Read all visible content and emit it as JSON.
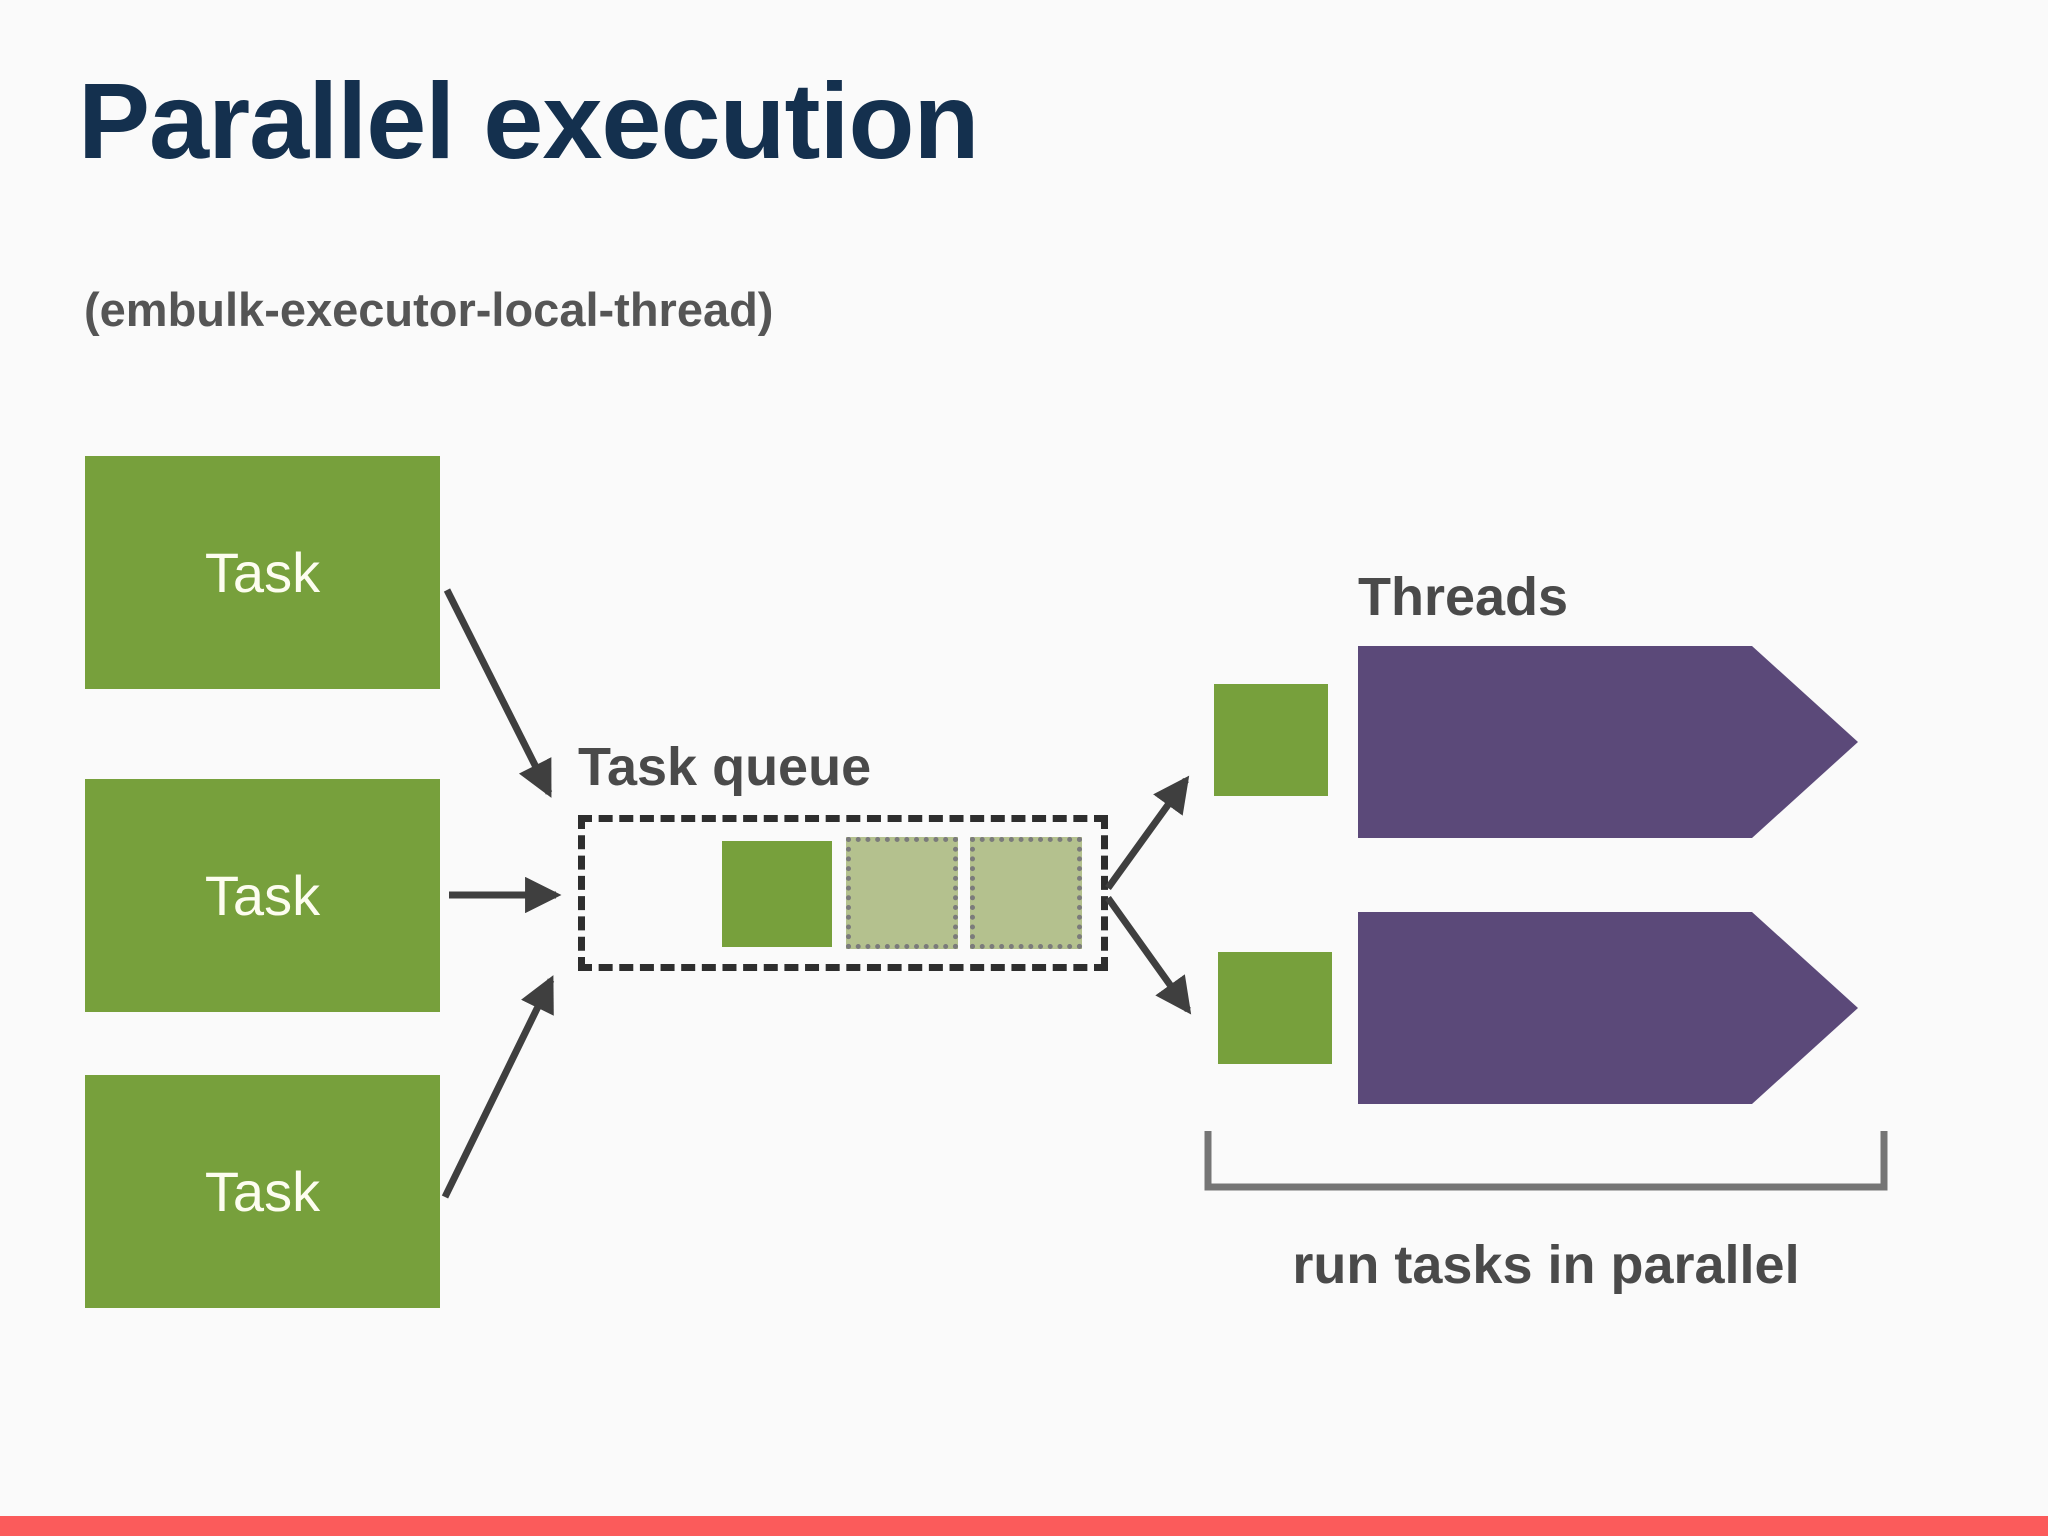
{
  "slide": {
    "title": "Parallel execution",
    "subtitle": "(embulk-executor-local-thread)",
    "colors": {
      "background": "#fafafa",
      "green": "#77a03c",
      "green_faded": "#b4c18e",
      "purple": "#5b4979",
      "navy": "#14304e",
      "gray_text": "#4a4a4a",
      "subtitle_gray": "#555555",
      "arrow": "#3f3f3f",
      "bracket": "#757575",
      "red_bar": "#fb5b5b",
      "task_text": "#fdfdf0",
      "dashed_border": "#2e2e2e",
      "dotted_border": "#7b7b7b"
    },
    "diagram": {
      "task_boxes": [
        {
          "label": "Task"
        },
        {
          "label": "Task"
        },
        {
          "label": "Task"
        }
      ],
      "queue": {
        "label": "Task queue",
        "items": [
          {
            "state": "queued-solid"
          },
          {
            "state": "incoming-faded"
          },
          {
            "state": "incoming-faded"
          }
        ]
      },
      "threads": {
        "label": "Threads",
        "count": 2
      },
      "caption": "run tasks in parallel"
    }
  }
}
